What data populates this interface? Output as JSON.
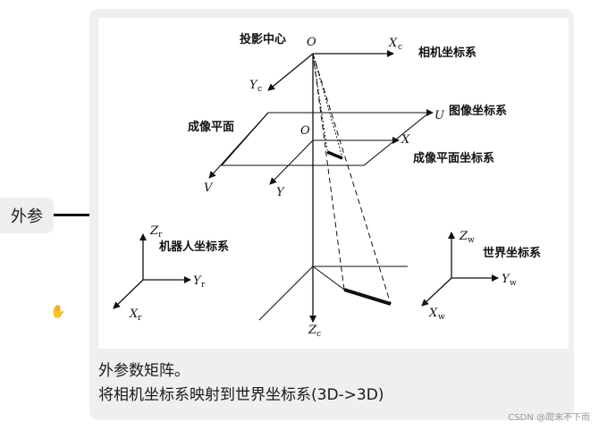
{
  "side_tag": {
    "label": "外参"
  },
  "diagram": {
    "projection_center_label": "投影中心",
    "camera_frame_label": "相机坐标系",
    "image_frame_label": "图像坐标系",
    "imaging_plane_label": "成像平面",
    "imaging_plane_frame_label": "成像平面坐标系",
    "robot_frame_label": "机器人坐标系",
    "world_frame_label": "世界坐标系",
    "axes": {
      "origin": "O",
      "xc": "X",
      "xc_sub": "c",
      "yc": "Y",
      "yc_sub": "c",
      "zc": "Z",
      "zc_sub": "c",
      "u": "U",
      "v": "V",
      "x": "X",
      "y": "Y",
      "zr": "Z",
      "zr_sub": "r",
      "yr": "Y",
      "yr_sub": "r",
      "xr": "X",
      "xr_sub": "r",
      "zw": "Z",
      "zw_sub": "w",
      "yw": "Y",
      "yw_sub": "w",
      "xw": "X",
      "xw_sub": "w"
    }
  },
  "caption": {
    "line1": "外参数矩阵。",
    "line2": "将相机坐标系映射到世界坐标系(3D->3D)"
  },
  "watermark": "CSDN @周末不下雨"
}
